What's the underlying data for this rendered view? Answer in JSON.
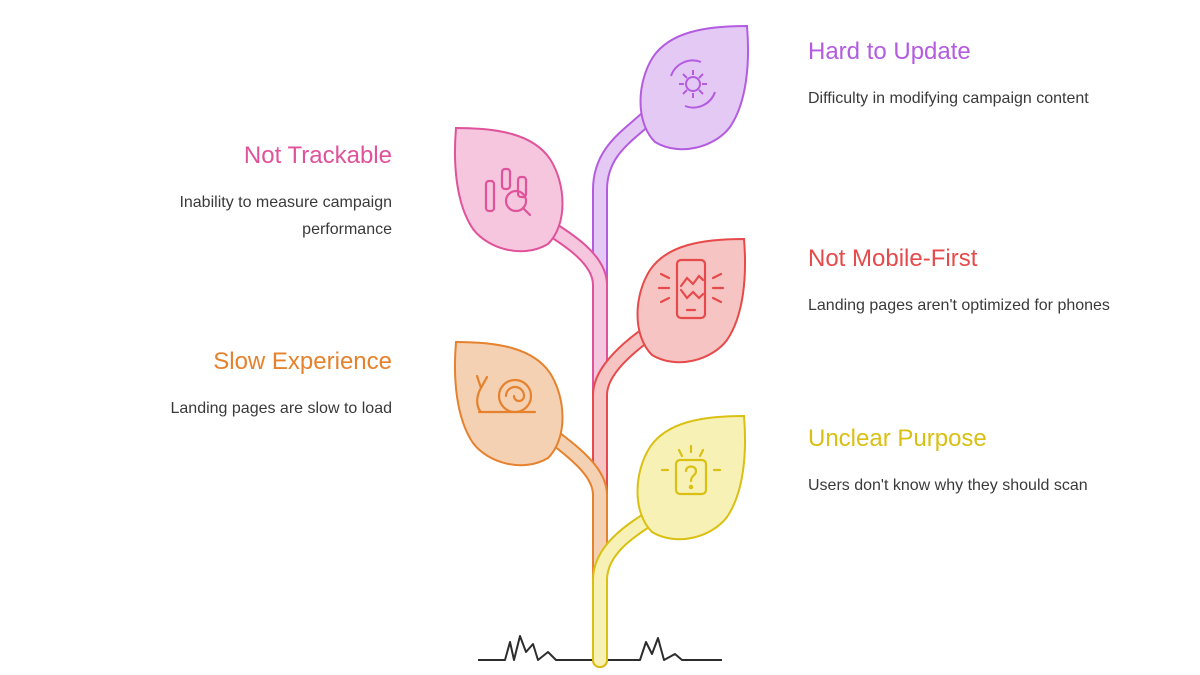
{
  "items": [
    {
      "key": "hard",
      "title": "Hard to Update",
      "description": "Difficulty in modifying campaign content",
      "color": "#b35ce0",
      "fill": "#e5c9f5",
      "icon": "gear-refresh-icon"
    },
    {
      "key": "tracking",
      "title": "Not Trackable",
      "description": "Inability to measure campaign performance",
      "color": "#e0529a",
      "fill": "#f6c6de",
      "icon": "chart-search-icon"
    },
    {
      "key": "mobile",
      "title": "Not Mobile-First",
      "description": "Landing pages aren't optimized for phones",
      "color": "#e64a4a",
      "fill": "#f6c4c2",
      "icon": "broken-phone-icon"
    },
    {
      "key": "slow",
      "title": "Slow Experience",
      "description": "Landing pages are slow to load",
      "color": "#e6822e",
      "fill": "#f5d1b3",
      "icon": "snail-icon"
    },
    {
      "key": "unclear",
      "title": "Unclear Purpose",
      "description": "Users don't know why they should scan",
      "color": "#d9c012",
      "fill": "#f7f1b6",
      "icon": "question-box-icon"
    }
  ]
}
